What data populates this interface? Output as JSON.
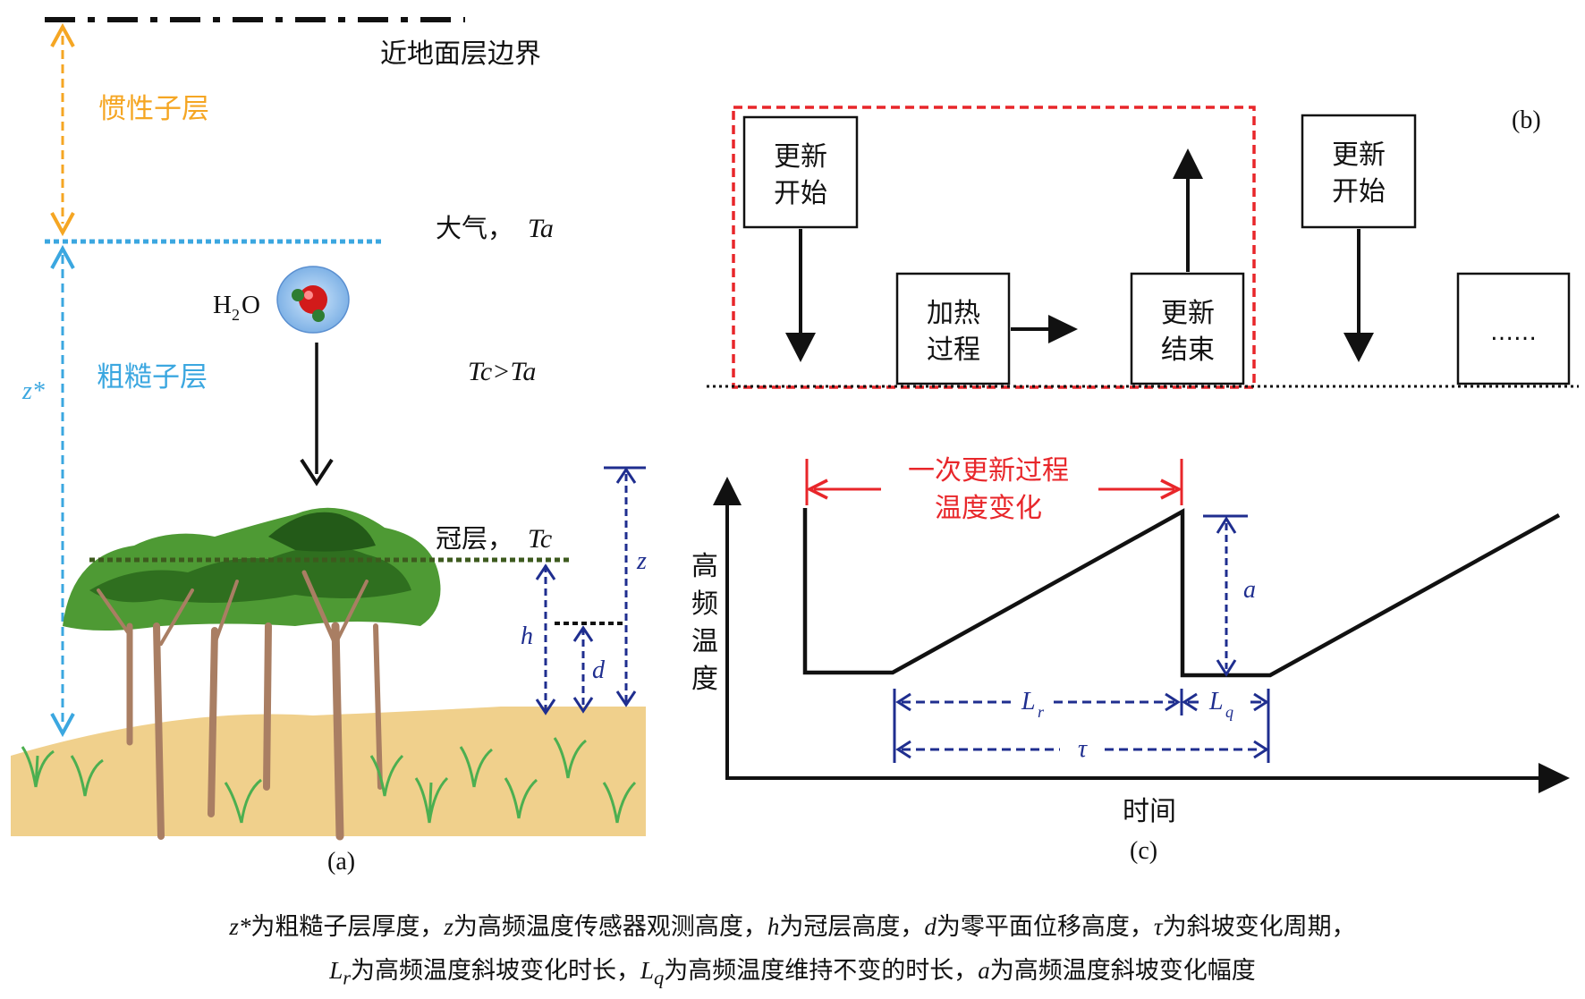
{
  "panel_a": {
    "boundary_label": "近地面层边界",
    "inertial_label": "惯性子层",
    "atmosphere_label": "大气，",
    "atmosphere_var": "Ta",
    "h2o_label": "H",
    "h2o_sub": "2",
    "h2o_o": "O",
    "rough_label": "粗糙子层",
    "zstar_label": "z*",
    "tc_gt_ta": "Tc>Ta",
    "canopy_label": "冠层，",
    "canopy_var": "Tc",
    "z_label": "z",
    "h_label": "h",
    "d_label": "d",
    "panel_tag": "(a)"
  },
  "panel_b": {
    "tag": "(b)",
    "box1_line1": "更新",
    "box1_line2": "开始",
    "box2_line1": "加热",
    "box2_line2": "过程",
    "box3_line1": "更新",
    "box3_line2": "结束",
    "box4_line1": "更新",
    "box4_line2": "开始",
    "box5": "……"
  },
  "panel_c": {
    "tag": "(c)",
    "ylabel": [
      "高",
      "频",
      "温",
      "度"
    ],
    "xlabel": "时间",
    "annot_line1": "一次更新过程",
    "annot_line2": "温度变化",
    "a_label": "a",
    "lr_label": "L",
    "lr_sub": "r",
    "lq_label": "L",
    "lq_sub": "q",
    "tau_label": "τ"
  },
  "caption": {
    "line1_v1": "z*",
    "line1_t1": "为粗糙子层厚度，",
    "line1_v2": "z",
    "line1_t2": "为高频温度传感器观测高度，",
    "line1_v3": "h",
    "line1_t3": "为冠层高度，",
    "line1_v4": "d",
    "line1_t4": "为零平面位移高度，",
    "line1_v5": "τ",
    "line1_t5": "为斜坡变化周期，",
    "line2_v1": "L",
    "line2_s1": "r",
    "line2_t1": "为高频温度斜坡变化时长，",
    "line2_v2": "L",
    "line2_s2": "q",
    "line2_t2": "为高频温度维持不变的时长，",
    "line2_v3": "a",
    "line2_t3": "为高频温度斜坡变化幅度"
  },
  "colors": {
    "orange": "#f5a623",
    "blue_light": "#3ba7e0",
    "navy": "#1f2e8f",
    "red": "#e8262a",
    "green_dark": "#4a6b2a",
    "ground": "#f0d08c"
  }
}
